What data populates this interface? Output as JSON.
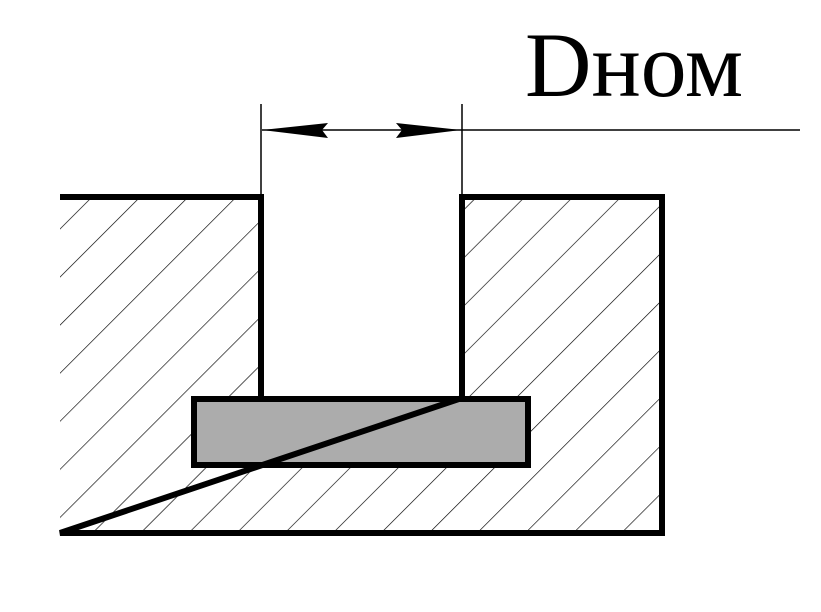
{
  "dimension": {
    "label": "Dном"
  },
  "colors": {
    "line": "#000000",
    "hatch": "#000000",
    "insert_fill": "#acacac",
    "background": "#ffffff"
  },
  "parts": {
    "body": "hatched-cross-section",
    "insert": "shaded-rectangular-insert"
  }
}
